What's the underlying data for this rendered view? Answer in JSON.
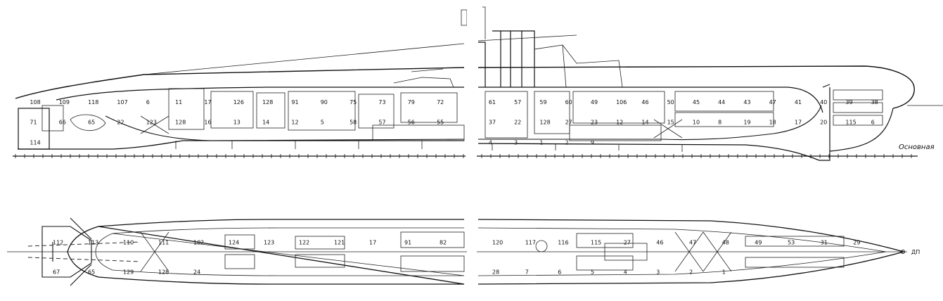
{
  "profile_labels": {
    "left": [
      "108",
      "109",
      "118",
      "107",
      "6",
      "11",
      "17",
      "126",
      "128",
      "91",
      "90",
      "75",
      "73",
      "79",
      "72",
      "71",
      "66",
      "65",
      "22",
      "123",
      "128",
      "16",
      "13",
      "14",
      "12",
      "5",
      "58",
      "57",
      "56",
      "55",
      "114"
    ],
    "right": [
      "61",
      "57",
      "59",
      "60",
      "49",
      "106",
      "46",
      "50",
      "45",
      "44",
      "43",
      "47",
      "41",
      "40",
      "39",
      "38",
      "37",
      "22",
      "128",
      "27",
      "23",
      "12",
      "14",
      "15",
      "10",
      "8",
      "19",
      "18",
      "17",
      "20",
      "115",
      "6",
      "4",
      "3",
      "1",
      "2",
      "9"
    ]
  },
  "plan_labels": {
    "left": [
      "112",
      "113",
      "110",
      "111",
      "102",
      "124",
      "123",
      "122",
      "121",
      "17",
      "91",
      "82",
      "67",
      "65",
      "129",
      "128",
      "24"
    ],
    "right": [
      "120",
      "117",
      "116",
      "115",
      "27",
      "46",
      "47",
      "48",
      "49",
      "53",
      "31",
      "29",
      "28",
      "7",
      "6",
      "5",
      "4",
      "3",
      "2",
      "1"
    ]
  },
  "texts": {
    "baseline": "Основная",
    "centerline": "ДП"
  },
  "colors": {
    "ink": "#111111",
    "paper": "#ffffff"
  }
}
